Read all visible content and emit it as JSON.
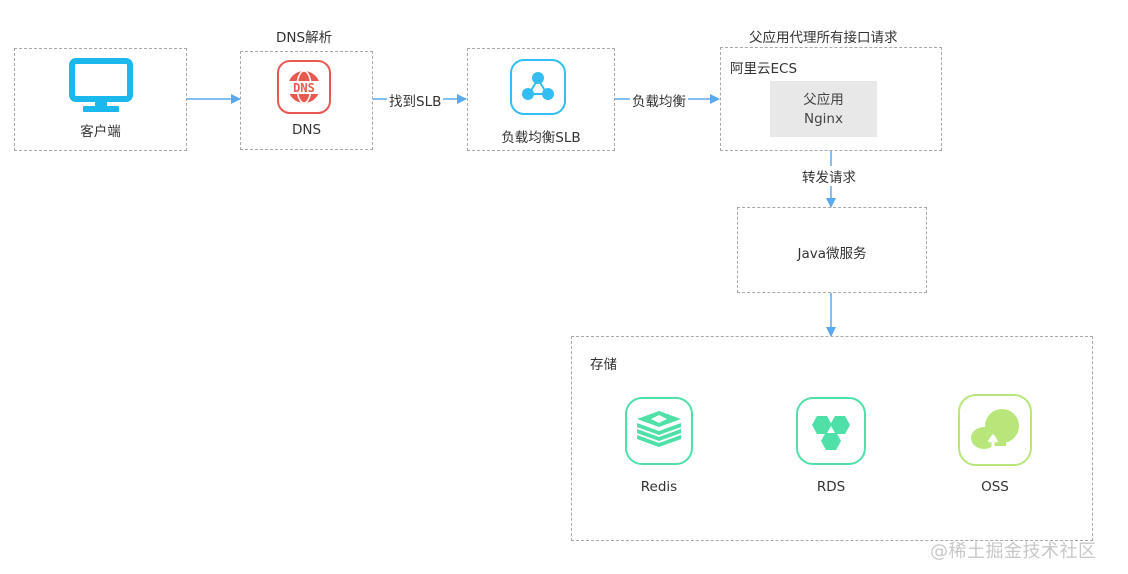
{
  "nodes": {
    "client": {
      "label": "客户端",
      "icon": "monitor-icon"
    },
    "dns": {
      "title": "DNS解析",
      "label": "DNS",
      "icon": "dns-icon"
    },
    "slb": {
      "label": "负载均衡SLB",
      "icon": "load-balancer-icon"
    },
    "ecs": {
      "title": "父应用代理所有接口请求",
      "label": "阿里云ECS",
      "inner_line1": "父应用",
      "inner_line2": "Nginx"
    },
    "java": {
      "label": "Java微服务"
    },
    "storage": {
      "label": "存储",
      "items": [
        {
          "label": "Redis",
          "icon": "redis-icon"
        },
        {
          "label": "RDS",
          "icon": "rds-icon"
        },
        {
          "label": "OSS",
          "icon": "oss-icon"
        }
      ]
    }
  },
  "edges": {
    "dns_to_slb": "找到SLB",
    "slb_to_ecs": "负载均衡",
    "ecs_to_java": "转发请求"
  },
  "colors": {
    "arrow": "#5aa9f0",
    "client_icon": "#1ab8ec",
    "dns_icon": "#e85a4f",
    "slb_icon": "#33bdf2",
    "storage_green": "#4fe0a8",
    "oss_green": "#b8e67a"
  },
  "watermark": "@稀土掘金技术社区"
}
